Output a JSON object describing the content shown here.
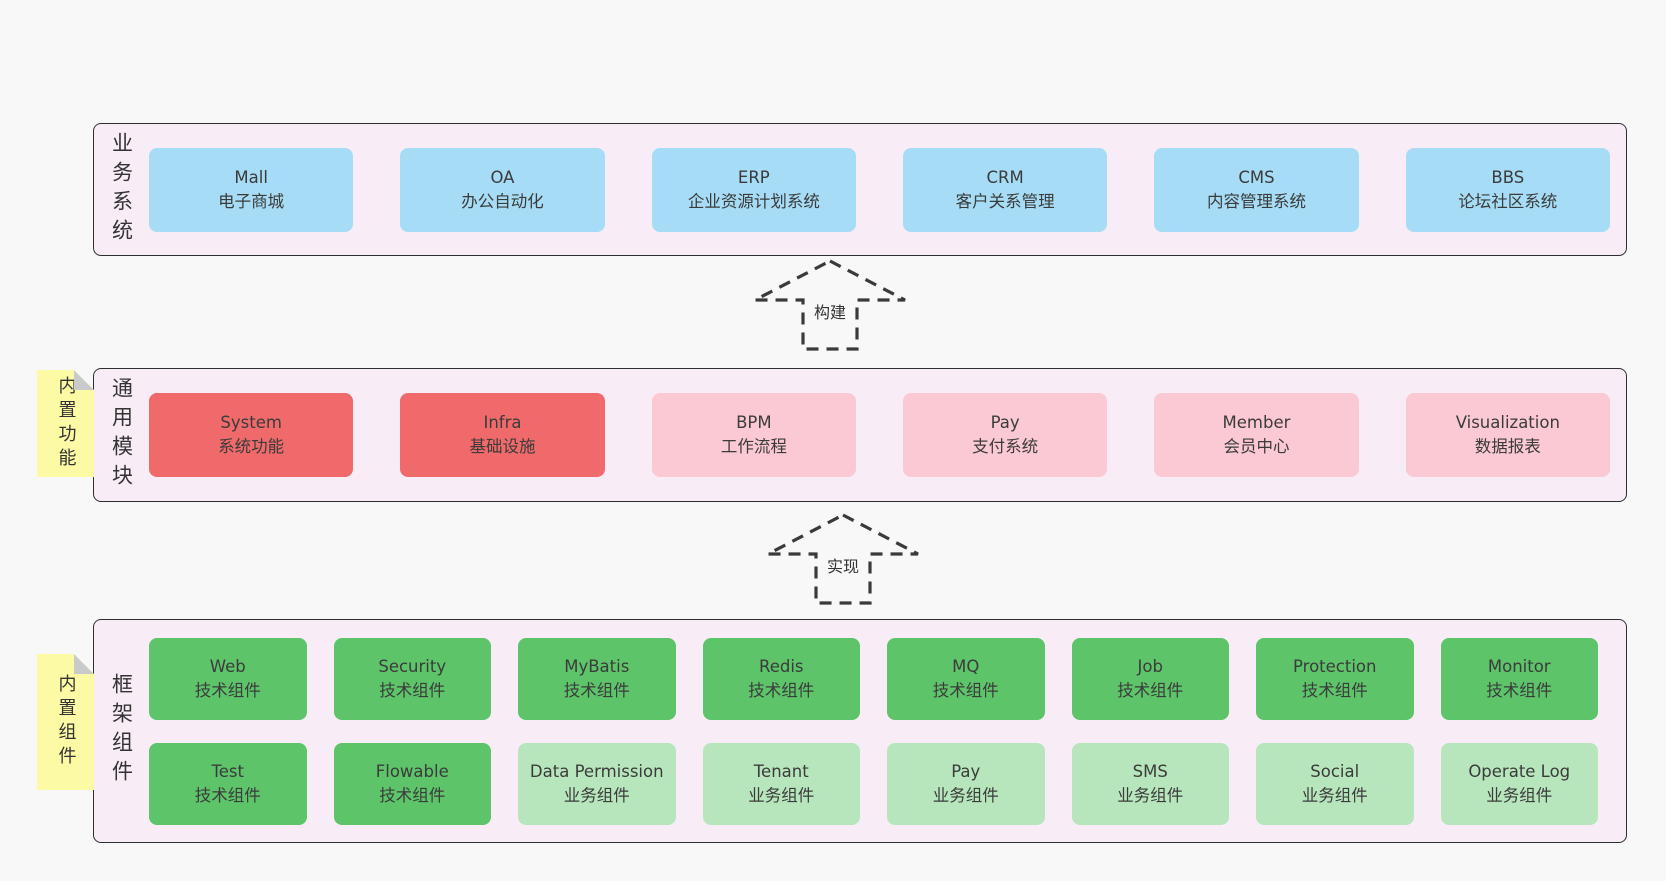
{
  "colors": {
    "page_bg": "#f8f8f8",
    "band_bg": "#f8edf7",
    "band_border": "#2e2e2e",
    "blue_box": "#a6dcf5",
    "red_box": "#f06a6b",
    "pink_box": "#fbc9d4",
    "green_box": "#5dc46a",
    "light_green_box": "#b7e6bc",
    "sticky_yellow": "#fcfaa5",
    "sticky_fold_gray": "#c9cacb",
    "text": "#3b3b3b"
  },
  "arrows": [
    {
      "label": "构建"
    },
    {
      "label": "实现"
    }
  ],
  "bands": [
    {
      "id": "business-systems",
      "label": "业务系统",
      "boxes": [
        {
          "title": "Mall",
          "subtitle": "电子商城",
          "variant": "blue"
        },
        {
          "title": "OA",
          "subtitle": "办公自动化",
          "variant": "blue"
        },
        {
          "title": "ERP",
          "subtitle": "企业资源计划系统",
          "variant": "blue"
        },
        {
          "title": "CRM",
          "subtitle": "客户关系管理",
          "variant": "blue"
        },
        {
          "title": "CMS",
          "subtitle": "内容管理系统",
          "variant": "blue"
        },
        {
          "title": "BBS",
          "subtitle": "论坛社区系统",
          "variant": "blue"
        }
      ]
    },
    {
      "id": "common-modules",
      "label": "通用模块",
      "sticky": "内置功能",
      "boxes": [
        {
          "title": "System",
          "subtitle": "系统功能",
          "variant": "red"
        },
        {
          "title": "Infra",
          "subtitle": "基础设施",
          "variant": "red"
        },
        {
          "title": "BPM",
          "subtitle": "工作流程",
          "variant": "pink"
        },
        {
          "title": "Pay",
          "subtitle": "支付系统",
          "variant": "pink"
        },
        {
          "title": "Member",
          "subtitle": "会员中心",
          "variant": "pink"
        },
        {
          "title": "Visualization",
          "subtitle": "数据报表",
          "variant": "pink"
        }
      ]
    },
    {
      "id": "framework-components",
      "label": "框架组件",
      "sticky": "内置组件",
      "rows": [
        [
          {
            "title": "Web",
            "subtitle": "技术组件",
            "variant": "green"
          },
          {
            "title": "Security",
            "subtitle": "技术组件",
            "variant": "green"
          },
          {
            "title": "MyBatis",
            "subtitle": "技术组件",
            "variant": "green"
          },
          {
            "title": "Redis",
            "subtitle": "技术组件",
            "variant": "green"
          },
          {
            "title": "MQ",
            "subtitle": "技术组件",
            "variant": "green"
          },
          {
            "title": "Job",
            "subtitle": "技术组件",
            "variant": "green"
          },
          {
            "title": "Protection",
            "subtitle": "技术组件",
            "variant": "green"
          },
          {
            "title": "Monitor",
            "subtitle": "技术组件",
            "variant": "green"
          }
        ],
        [
          {
            "title": "Test",
            "subtitle": "技术组件",
            "variant": "green"
          },
          {
            "title": "Flowable",
            "subtitle": "技术组件",
            "variant": "green"
          },
          {
            "title": "Data Permission",
            "subtitle": "业务组件",
            "variant": "green-light"
          },
          {
            "title": "Tenant",
            "subtitle": "业务组件",
            "variant": "green-light"
          },
          {
            "title": "Pay",
            "subtitle": "业务组件",
            "variant": "green-light"
          },
          {
            "title": "SMS",
            "subtitle": "业务组件",
            "variant": "green-light"
          },
          {
            "title": "Social",
            "subtitle": "业务组件",
            "variant": "green-light"
          },
          {
            "title": "Operate Log",
            "subtitle": "业务组件",
            "variant": "green-light"
          }
        ]
      ]
    }
  ]
}
